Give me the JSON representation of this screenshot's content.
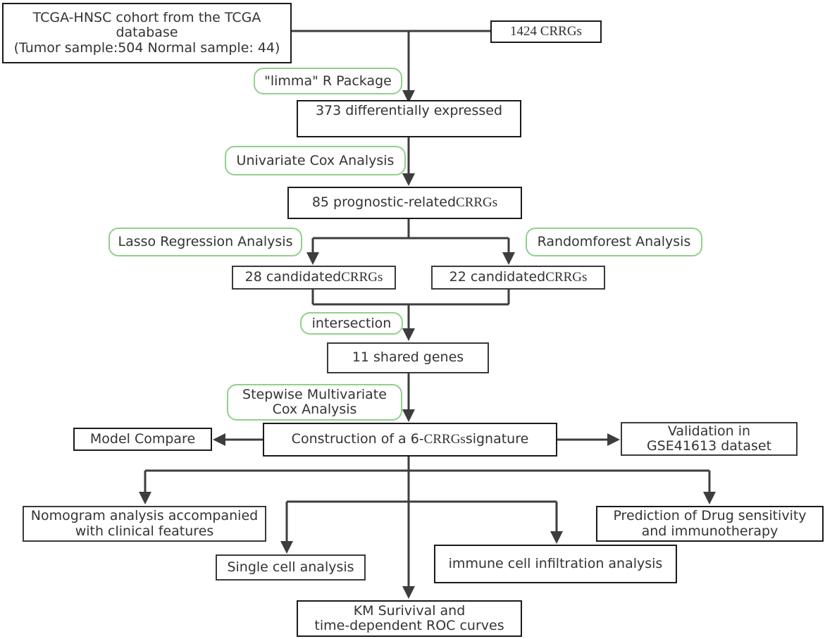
{
  "nodes": {
    "cohort": {
      "l1": "TCGA-HNSC cohort from the TCGA",
      "l2": "database",
      "l3": "(Tumor sample:504 Normal sample: 44)"
    },
    "crrgs": {
      "label": "1424 CRRGs"
    },
    "limma": {
      "label": "\"limma\" R Package"
    },
    "deg": {
      "label": "373 differentially expressed"
    },
    "univariate": {
      "label": "Univariate Cox  Analysis"
    },
    "prognostic": {
      "prefix": "85 prognostic-related",
      "suffix": "CRRGs"
    },
    "lasso": {
      "label": "Lasso Regression Analysis"
    },
    "randomforest": {
      "label": "Randomforest Analysis"
    },
    "cand28": {
      "prefix": "28 candidated",
      "suffix": "CRRGs"
    },
    "cand22": {
      "prefix": "22 candidated",
      "suffix": "CRRGs"
    },
    "intersection": {
      "label": "intersection"
    },
    "shared": {
      "label": "11 shared genes"
    },
    "stepwise": {
      "l1": "Stepwise Multivariate",
      "l2": "Cox Analysis"
    },
    "signature": {
      "prefix": "Construction of a 6-",
      "mid": "CRRGs",
      "suffix": " signature"
    },
    "model_compare": {
      "label": "Model Compare"
    },
    "validation": {
      "l1": "Validation in",
      "l2": "GSE41613 dataset"
    },
    "nomogram": {
      "l1": "Nomogram analysis accompanied",
      "l2": "with clinical features"
    },
    "drug": {
      "l1": "Prediction of Drug sensitivity",
      "l2": "and immunotherapy"
    },
    "single_cell": {
      "label": "Single cell analysis"
    },
    "immune": {
      "label": "immune cell infiltration analysis"
    },
    "km": {
      "l1": "KM Surivival and",
      "l2": "time-dependent ROC curves"
    }
  },
  "colors": {
    "box_border": "#1a1a1a",
    "pill_border": "#8fd18a",
    "connector": "#3d3d3d"
  }
}
